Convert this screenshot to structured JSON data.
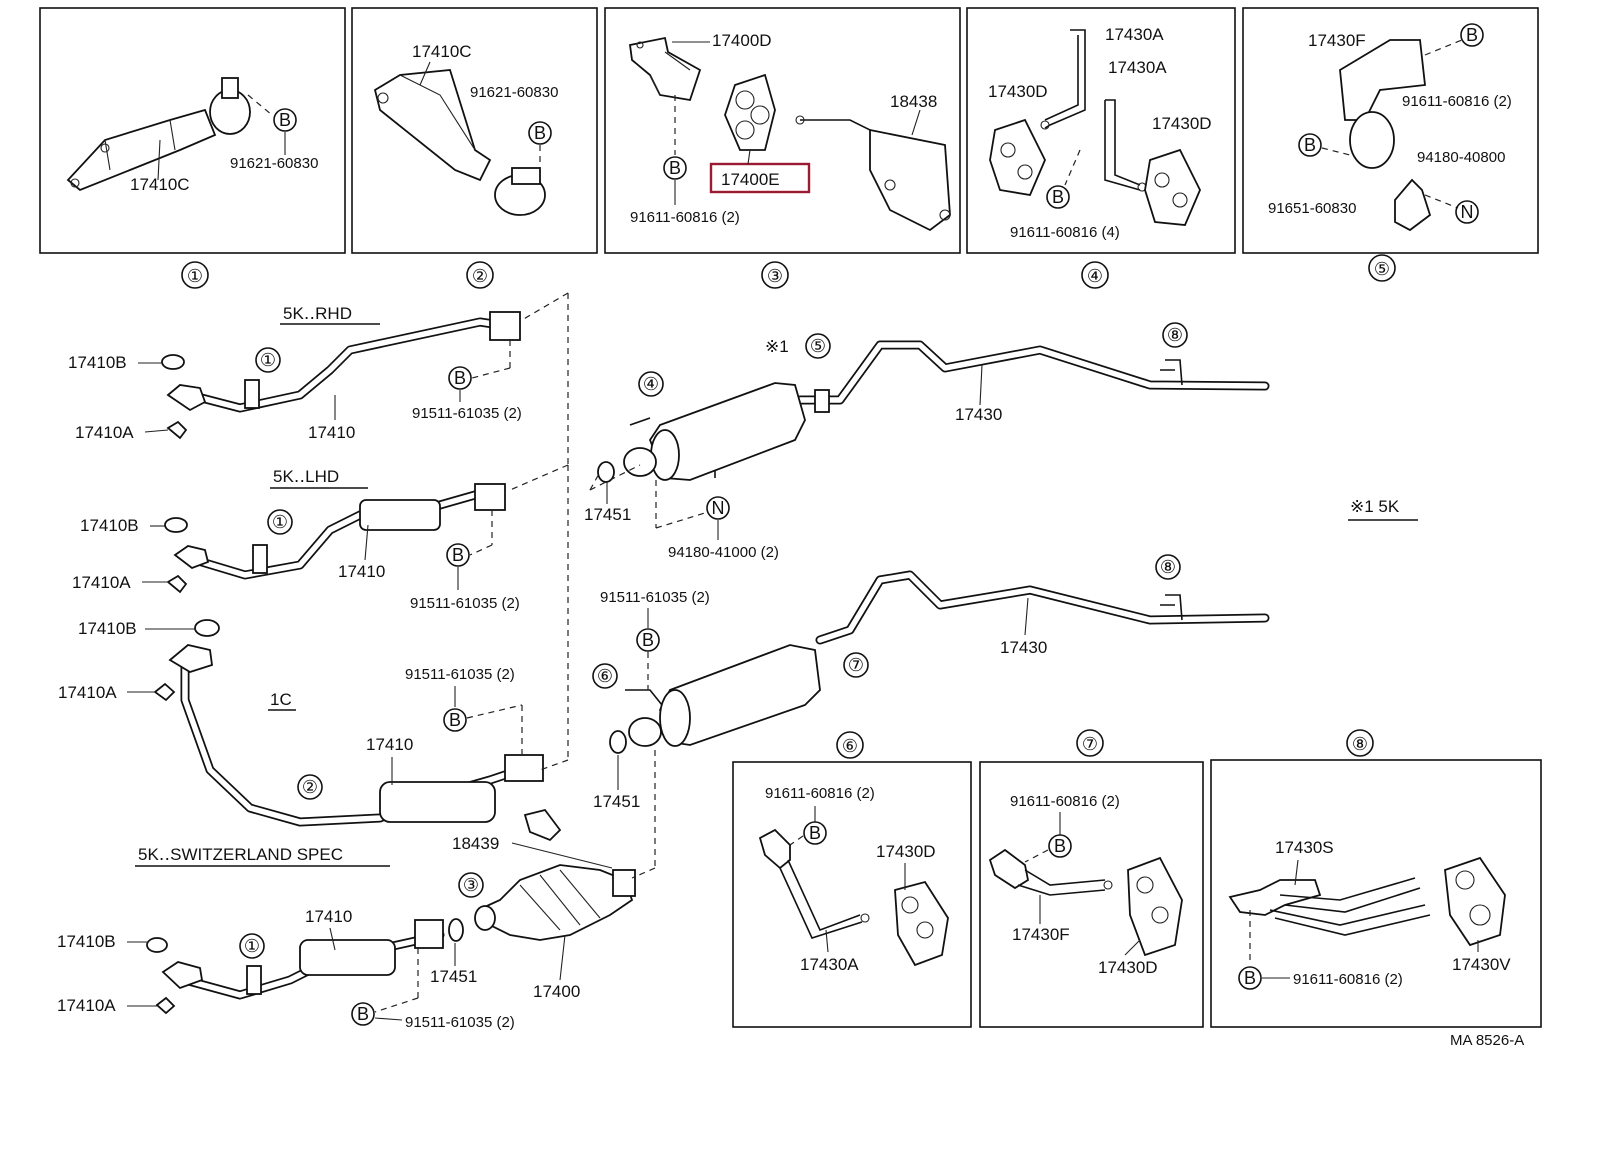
{
  "panels_top": {
    "p1": {
      "callout": "①",
      "parts": [
        "17410C",
        "91621-60830"
      ]
    },
    "p2": {
      "callout": "②",
      "parts": [
        "17410C",
        "91621-60830"
      ]
    },
    "p3": {
      "callout": "③",
      "parts": [
        "17400D",
        "18438",
        "17400E",
        "91611-60816 (2)"
      ]
    },
    "p4": {
      "callout": "④",
      "parts": [
        "17430A",
        "17430A",
        "17430D",
        "17430D",
        "91611-60816 (4)"
      ]
    },
    "p5": {
      "callout": "⑤",
      "parts": [
        "17430F",
        "91611-60816 (2)",
        "94180-40800",
        "91651-60830"
      ]
    }
  },
  "symbols": {
    "B": "B",
    "N": "N"
  },
  "left": {
    "rhd_title": "5K‥RHD",
    "lhd_title": "5K‥LHD",
    "c1_title": "1C",
    "swiss_title": "5K‥SWITZERLAND SPEC",
    "p17410B": "17410B",
    "p17410A": "17410A",
    "p17410": "17410",
    "p17451": "17451",
    "p17400": "17400",
    "p18439": "18439",
    "bolt": "91511-61035 (2)",
    "c1": "①",
    "c2": "②",
    "c3": "③"
  },
  "right": {
    "note1": "※1",
    "note5k": "※1 5K",
    "c4": "④",
    "c5": "⑤",
    "c6": "⑥",
    "c7": "⑦",
    "c8": "⑧",
    "p17430": "17430",
    "p17451": "17451",
    "nut": "94180-41000 (2)",
    "bolt": "91511-61035 (2)"
  },
  "panels_bottom": {
    "p6": {
      "callout": "⑥",
      "bolt": "91611-60816 (2)",
      "parts": [
        "17430D",
        "17430A"
      ]
    },
    "p7": {
      "callout": "⑦",
      "bolt": "91611-60816 (2)",
      "parts": [
        "17430F",
        "17430D"
      ]
    },
    "p8": {
      "callout": "⑧",
      "bolt": "91611-60816 (2)",
      "parts": [
        "17430S",
        "17430V"
      ]
    }
  },
  "ref": "MA  8526-A",
  "highlight": "17400E"
}
